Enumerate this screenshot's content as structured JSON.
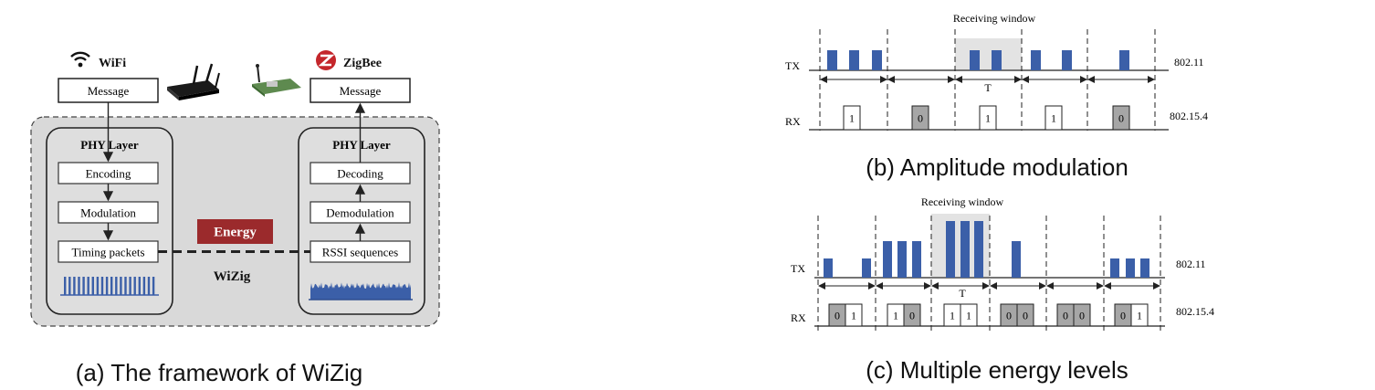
{
  "panel_a": {
    "wifi_label": "WiFi",
    "zigbee_label": "ZigBee",
    "message_left": "Message",
    "message_right": "Message",
    "phy_left": "PHY Layer",
    "phy_right": "PHY Layer",
    "left_blocks": [
      "Encoding",
      "Modulation",
      "Timing packets"
    ],
    "right_blocks": [
      "Decoding",
      "Demodulation",
      "RSSI sequences"
    ],
    "energy_label": "Energy",
    "wizig_label": "WiZig",
    "caption": "(a) The framework of WiZig",
    "colors": {
      "energy": "#9b2a2c",
      "signal": "#3b5fa8",
      "panel_bg": "#d9d9d9"
    },
    "icons": [
      "wifi-icon",
      "router-icon",
      "zigbee-board-icon",
      "zigbee-logo-icon"
    ]
  },
  "panel_b": {
    "window_label": "Receiving window",
    "tx_label": "TX",
    "rx_label": "RX",
    "period_label": "T",
    "tx_protocol": "802.11",
    "rx_protocol": "802.15.4",
    "window_index": 2,
    "period_index": 2,
    "tx_pulses_per_window": [
      3,
      0,
      2,
      2,
      1
    ],
    "rx_bits": [
      "1",
      "0",
      "1",
      "1",
      "0"
    ],
    "caption": "(b) Amplitude modulation"
  },
  "panel_c": {
    "window_label": "Receiving window",
    "tx_label": "TX",
    "rx_label": "RX",
    "period_label": "T",
    "tx_protocol": "802.11",
    "rx_protocol": "802.15.4",
    "window_index": 2,
    "period_index": 2,
    "rx_bits": [
      [
        "0",
        "1"
      ],
      [
        "1",
        "0"
      ],
      [
        "1",
        "1"
      ],
      [
        "0",
        "0"
      ],
      [
        "0",
        "0"
      ],
      [
        "0",
        "1"
      ]
    ],
    "caption": "(c) Multiple energy levels"
  }
}
